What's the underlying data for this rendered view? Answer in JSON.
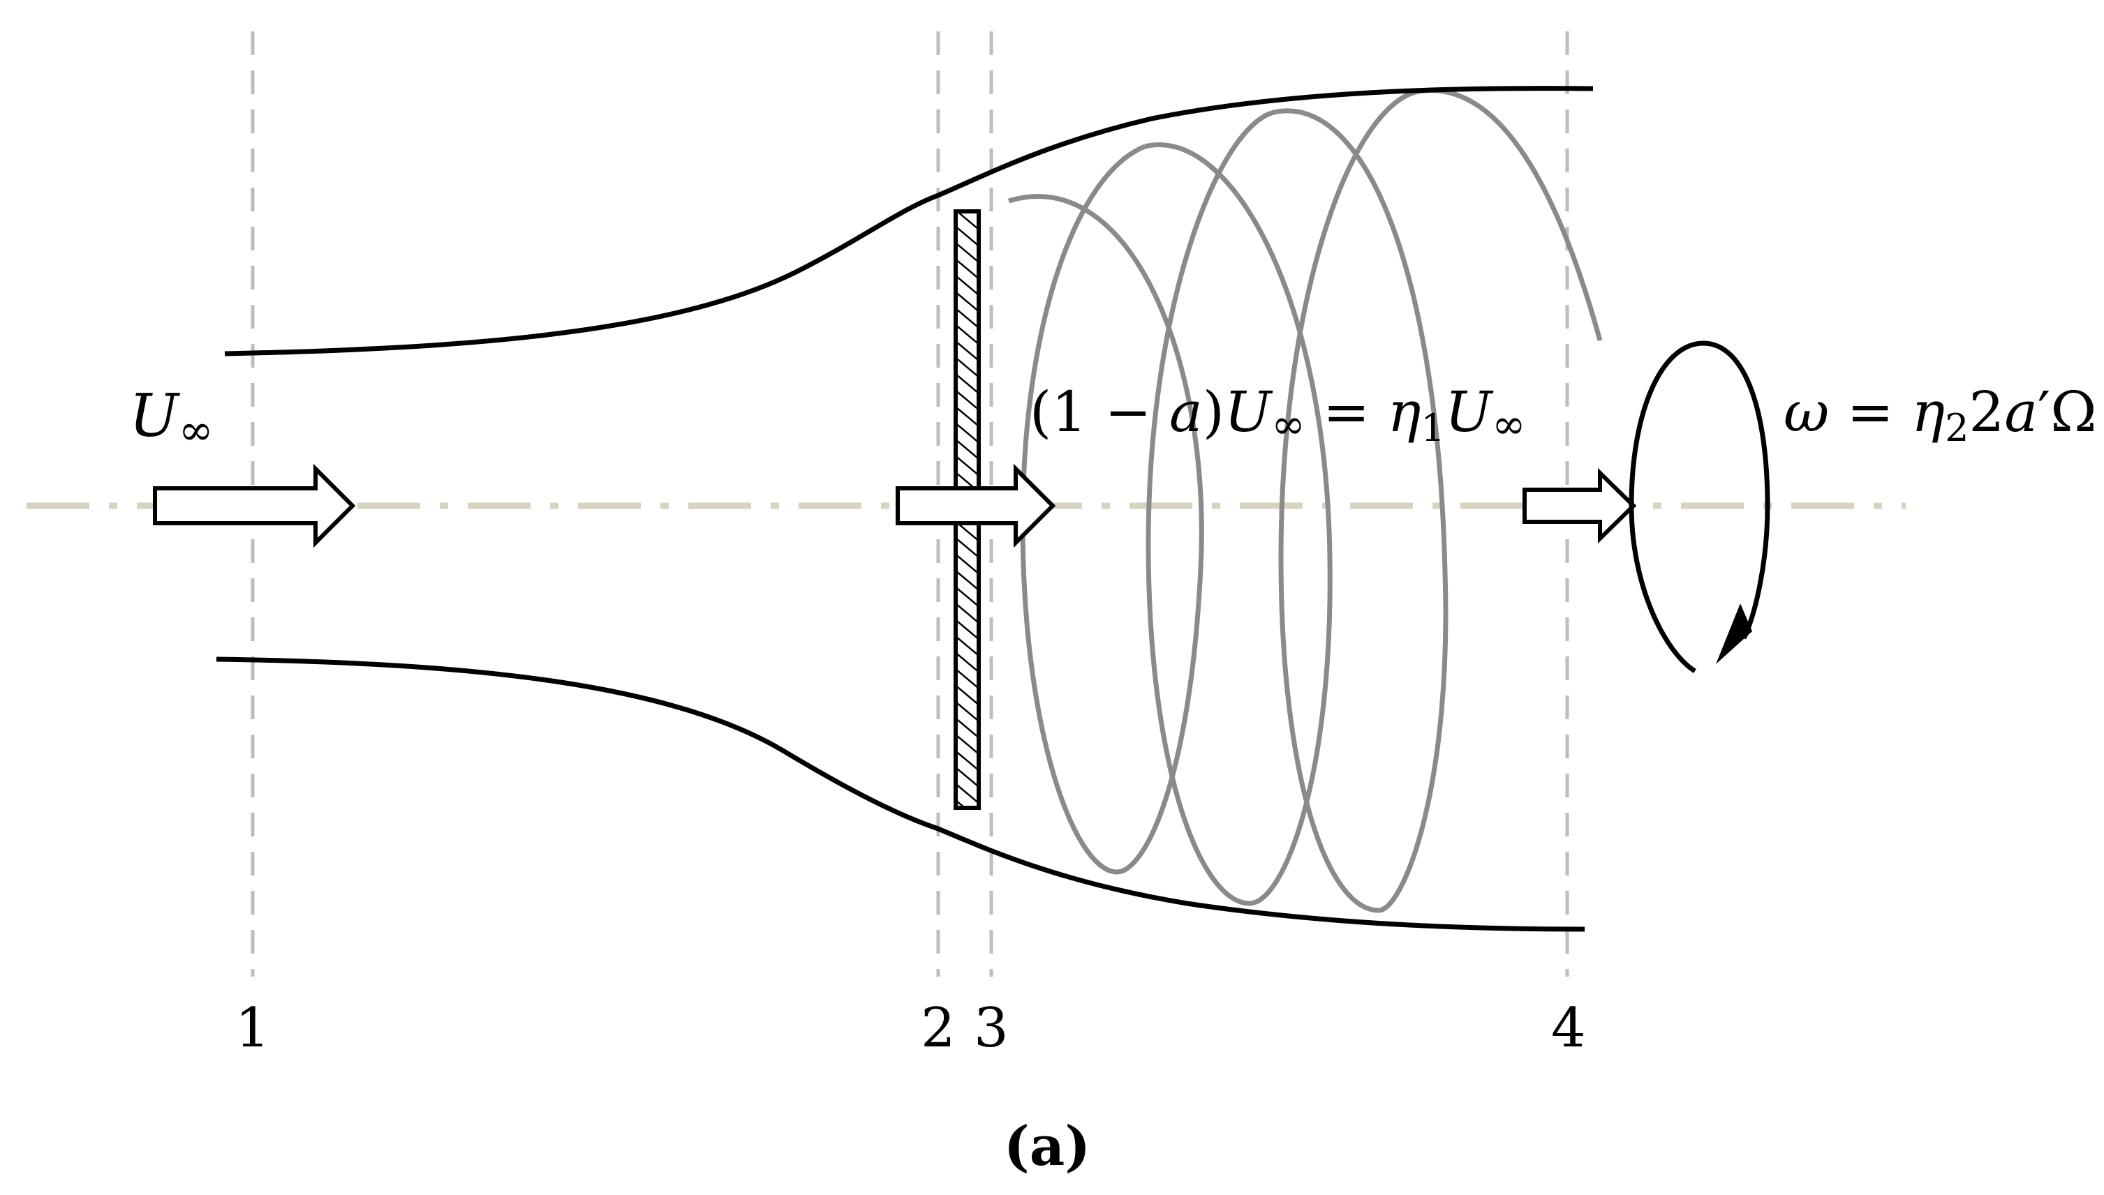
{
  "labels": {
    "freestream": {
      "symbol": "U",
      "sub": "∞"
    },
    "rotor_velocity": {
      "lhs_paren_open": "(1 − ",
      "lhs_a": "a",
      "lhs_paren_close": ")",
      "lhs_U": "U",
      "lhs_inf": "∞",
      "eq": " = ",
      "rhs_eta": "η",
      "rhs_eta_sub": "1",
      "rhs_U": "U",
      "rhs_inf": "∞"
    },
    "rotation": {
      "omega": "ω",
      "eq": " = ",
      "eta": "η",
      "eta_sub": "2",
      "factor": "2",
      "a": "a",
      "prime": "′",
      "Omega": "Ω"
    },
    "stations": [
      "1",
      "2",
      "3",
      "4"
    ],
    "caption": "(a)"
  },
  "colors": {
    "stream_tube": "#000000",
    "helix": "#8a8a8a",
    "station_lines": "#bdbdbd",
    "axis": "#d8d3c0",
    "arrow_fill": "#ffffff",
    "arrow_stroke": "#000000"
  }
}
